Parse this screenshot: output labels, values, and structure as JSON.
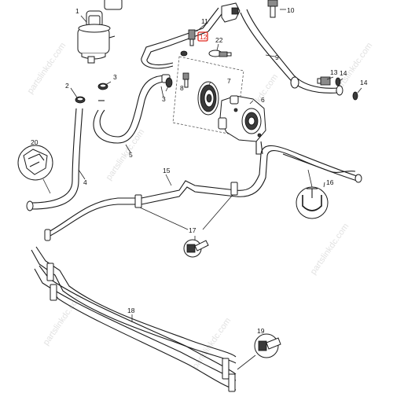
{
  "diagram": {
    "callouts": [
      "1",
      "2",
      "3",
      "3",
      "4",
      "5",
      "6",
      "7",
      "8",
      "9",
      "10",
      "11",
      "12",
      "13",
      "14",
      "14",
      "15",
      "16",
      "17",
      "18",
      "19",
      "20",
      "22"
    ],
    "highlighted_callout": "12",
    "watermark": "partslinkdc.com",
    "colors": {
      "line": "#1a1a1a",
      "highlight": "#e0281e",
      "background": "#ffffff"
    }
  }
}
